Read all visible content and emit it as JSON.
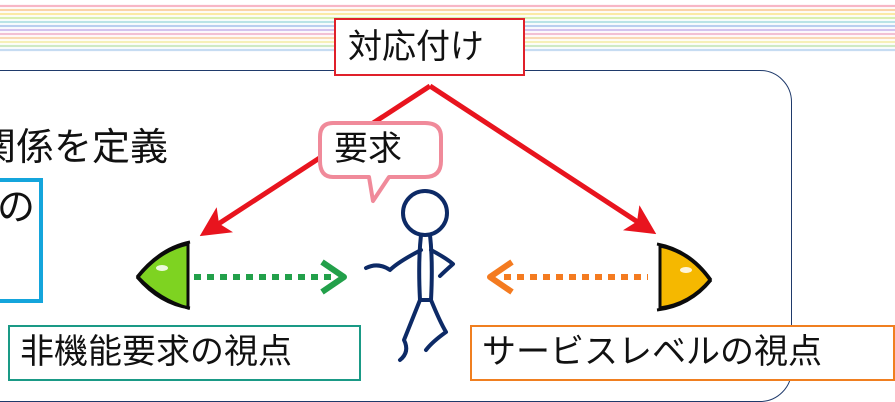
{
  "labels": {
    "mapping": "対応付け",
    "requirement": "要求",
    "relation_partial": "関係を定義",
    "cut_char": "の",
    "nonfunctional_view": "非機能要求の視点",
    "service_level_view": "サービスレベルの視点"
  },
  "colors": {
    "mapping_border": "#e0202a",
    "arrow_red": "#e8141e",
    "speech_border": "#f08a9a",
    "nonfunctional_border": "#1a9a86",
    "service_border": "#f07f20",
    "green_dotted": "#22a04a",
    "orange_dotted": "#f47b20",
    "panel_border": "#1f3a6b",
    "cyan_box": "#14a5dc",
    "eye_green": "#7ed321",
    "eye_yellow": "#f5b800",
    "figure_stroke": "#0d2a66"
  }
}
